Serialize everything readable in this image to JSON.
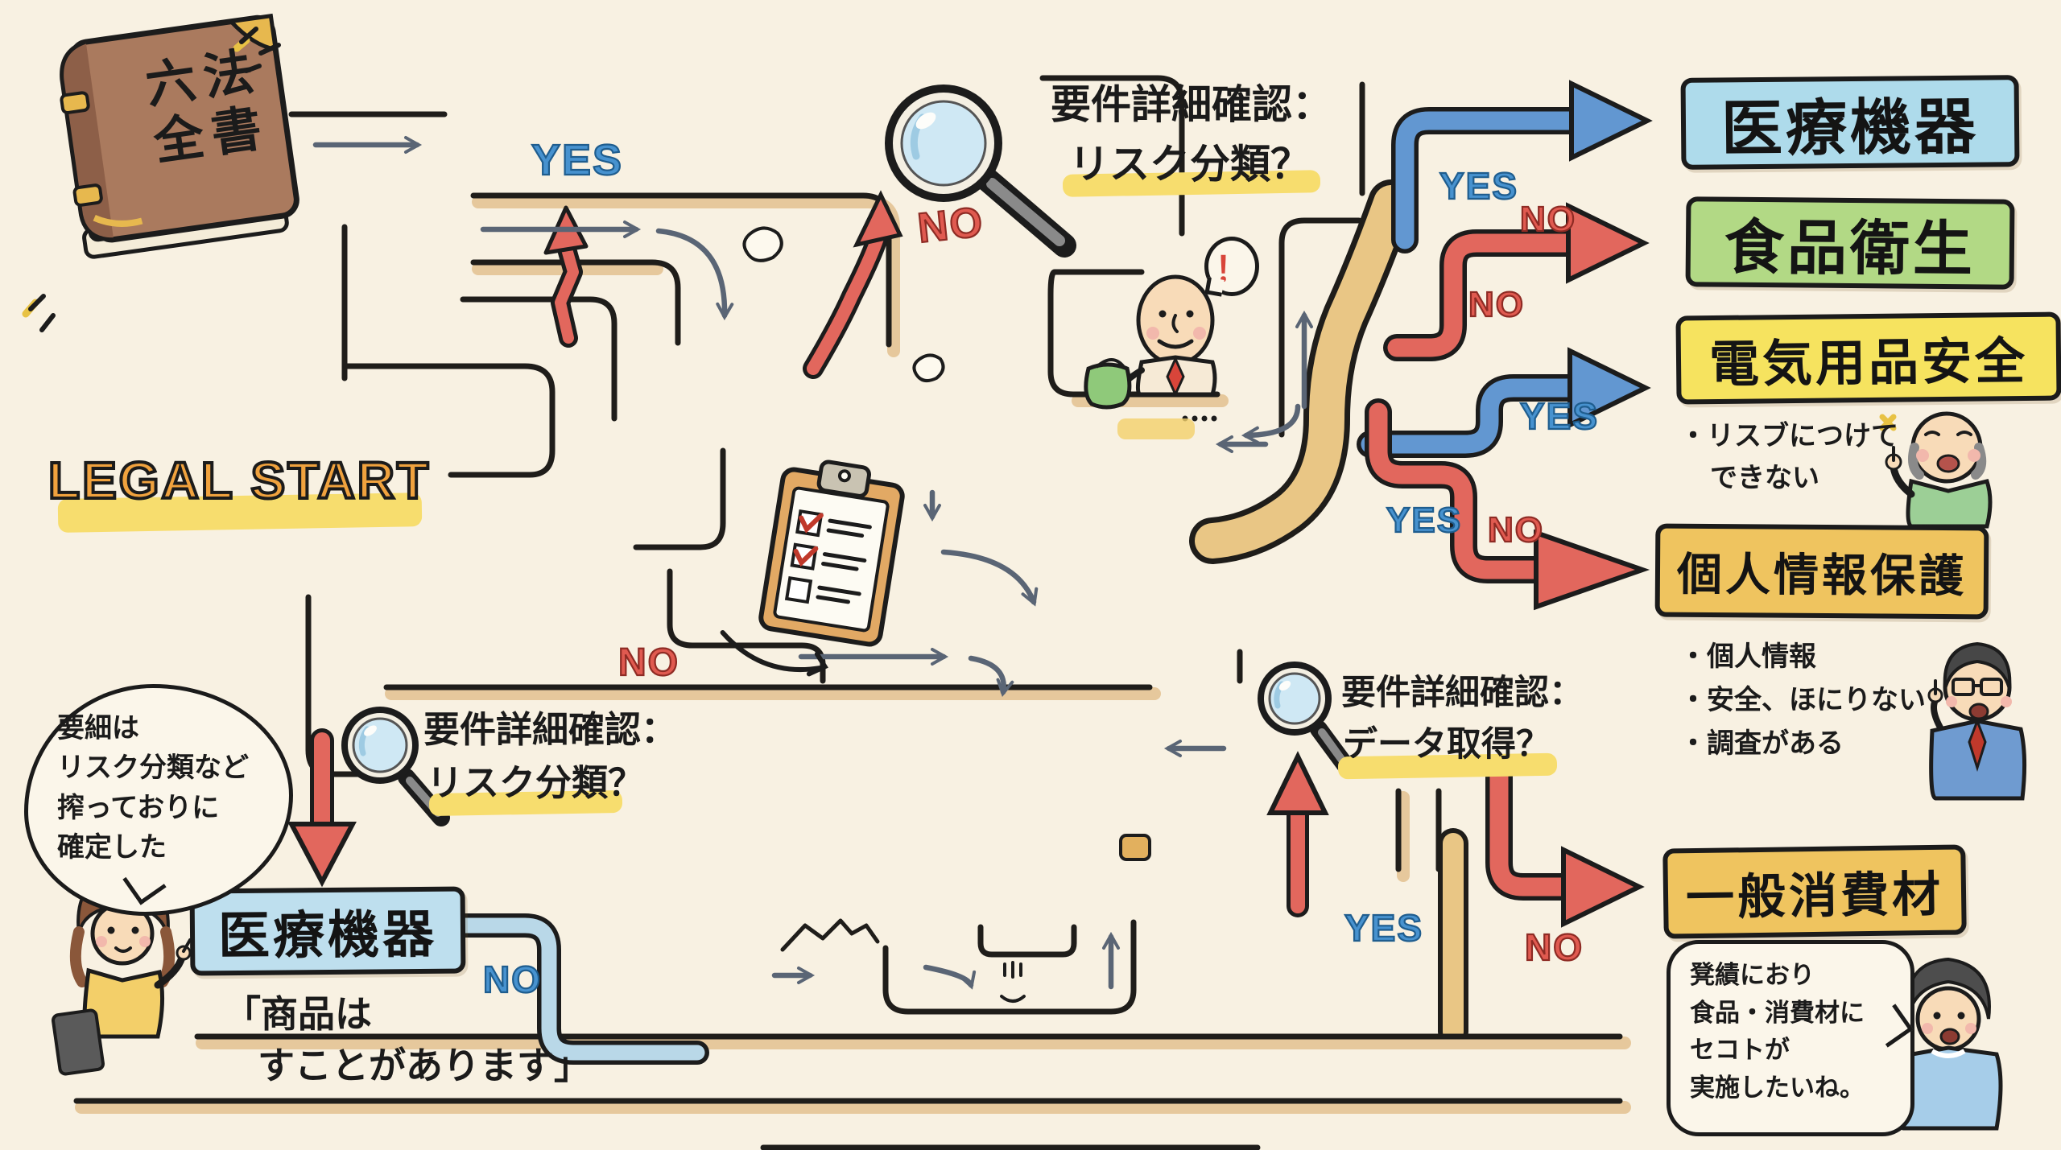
{
  "book": {
    "title_top": "六法",
    "title_bottom": "全書"
  },
  "start": {
    "label": "LEGAL START"
  },
  "checkpoints": {
    "top": {
      "heading": "要件詳細確認：",
      "question": "リスク分類？"
    },
    "left": {
      "heading": "要件詳細確認：",
      "question": "リスク分類？"
    },
    "right": {
      "heading": "要件詳細確認：",
      "question": "データ取得？"
    }
  },
  "decisions": {
    "yes_start": "YES",
    "no_top": "NO",
    "yes_medical": "YES",
    "no_food": "NO",
    "no_mid": "NO",
    "yes_electrical": "YES",
    "yes_privacy": "YES",
    "no_privacy": "NO",
    "no_left": "NO",
    "no_bottom_left": "NO",
    "yes_bottom": "YES",
    "no_consumer": "NO"
  },
  "endpoints": {
    "medical_top": {
      "label": "医療機器",
      "color": "#aedbeb"
    },
    "food": {
      "label": "食品衛生",
      "color": "#b2d985"
    },
    "electrical": {
      "label": "電気用品安全",
      "color": "#f6e35f",
      "notes": [
        "・リスブにつけて",
        "できない"
      ]
    },
    "privacy": {
      "label": "個人情報保護",
      "color": "#efc45f",
      "notes": [
        "・個人情報",
        "・安全、ほにりない",
        "・調査がある"
      ]
    },
    "consumer": {
      "label": "一般消費材",
      "color": "#efc45f",
      "bubble": [
        "凳績におり",
        "食品・消費材に",
        "セコトが",
        "実施したいね。"
      ]
    },
    "medical_bottom": {
      "label": "医療機器",
      "color": "#bedfee",
      "notes": [
        "「商品は",
        "すことがあります」"
      ]
    }
  },
  "bubbles": {
    "left_cloud": [
      "要細は",
      "リスク分類など",
      "搾っておりに",
      "確定した"
    ],
    "alert": "！"
  },
  "palette": {
    "background": "#f8f1e2",
    "wall": "#1f1d1a",
    "wall_shade": "#e6c89c",
    "gray_arrow": "#5a6575",
    "blue_path": "#6297d1",
    "light_blue_path": "#b9d8e8",
    "red_path": "#e2675d",
    "tan_path": "#e9c685",
    "highlight": "#f7dd6e",
    "yes_color": "#4792cf",
    "no_color": "#e05a50"
  }
}
